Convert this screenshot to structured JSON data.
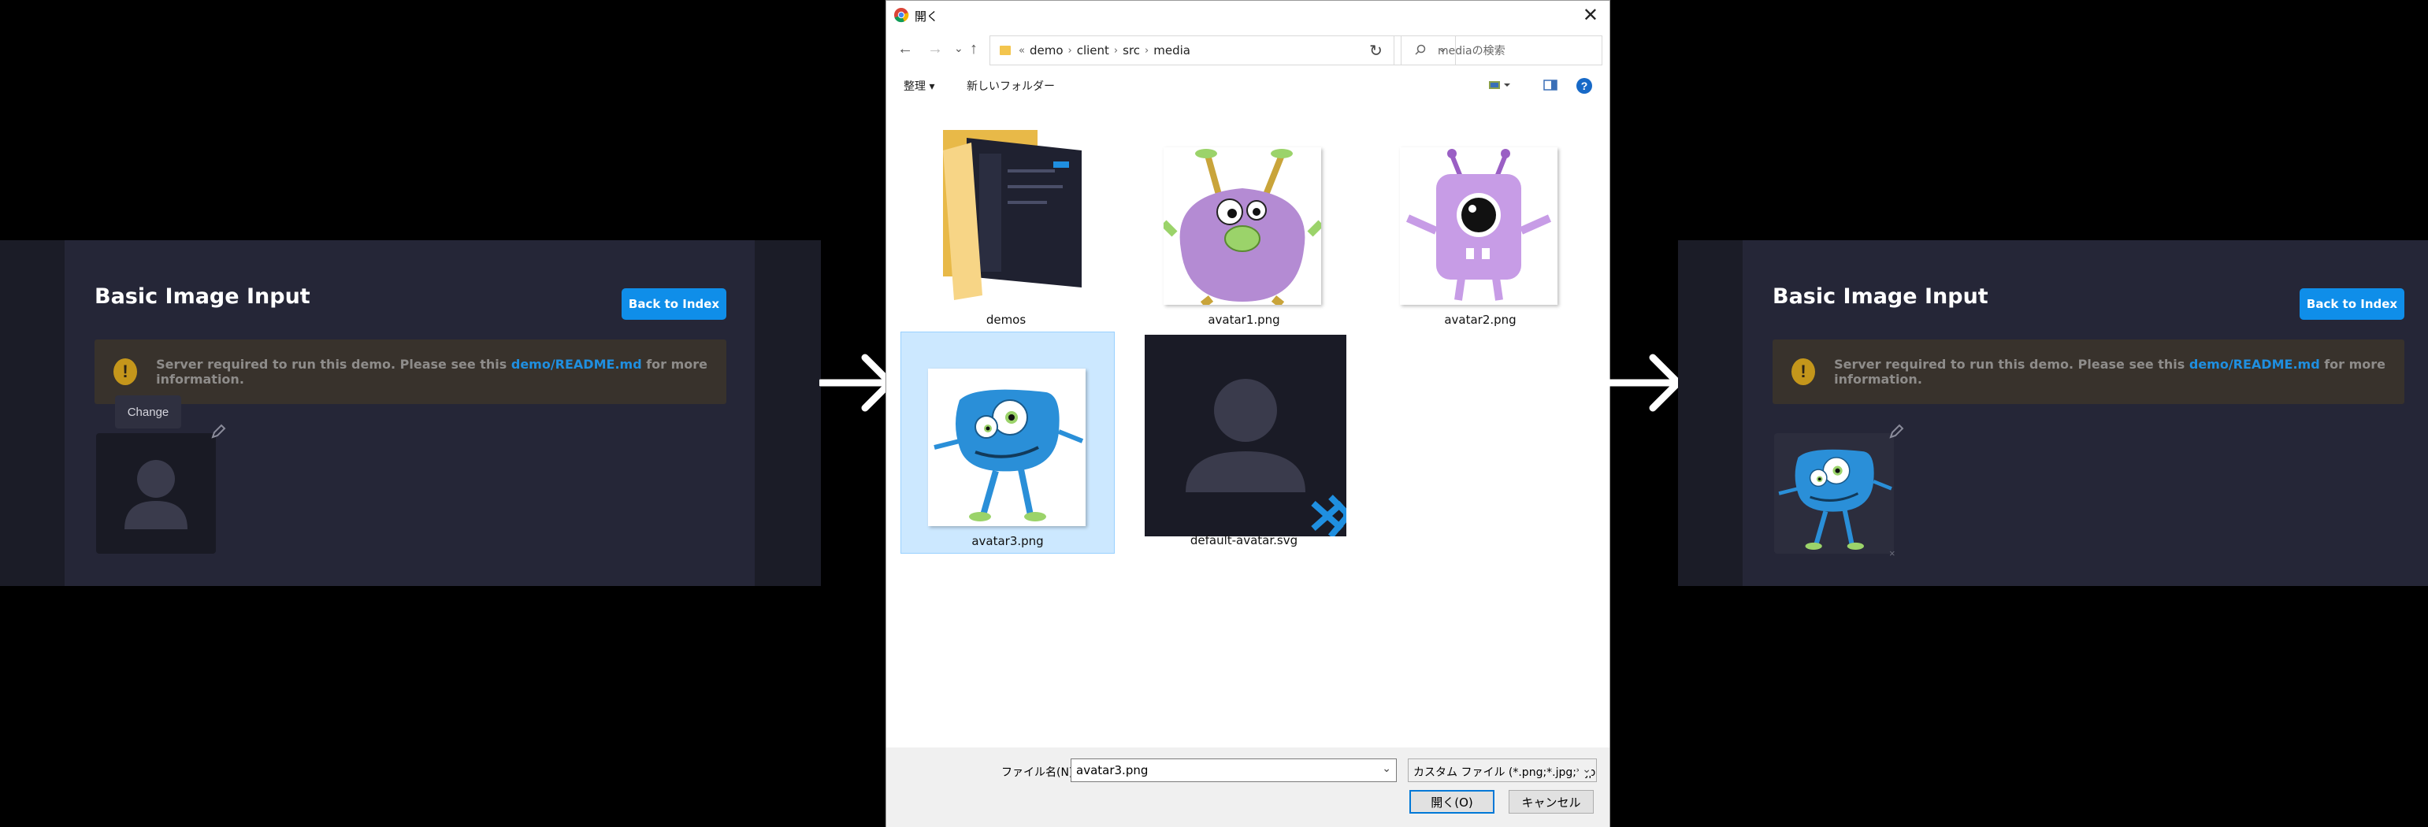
{
  "left_panel": {
    "title": "Basic Image Input",
    "back_button": "Back to Index",
    "alert_icon": "!",
    "alert_prefix": "Server required to run this demo. Please see this ",
    "alert_link": "demo/README.md",
    "alert_suffix": " for more information.",
    "tooltip": "Change"
  },
  "right_panel": {
    "title": "Basic Image Input",
    "back_button": "Back to Index",
    "alert_icon": "!",
    "alert_prefix": "Server required to run this demo. Please see this ",
    "alert_link": "demo/README.md",
    "alert_suffix": " for more information.",
    "remove": "×"
  },
  "dialog": {
    "title": "開く",
    "close": "✕",
    "nav": {
      "back": "←",
      "forward": "→",
      "recent": "⌄",
      "up": "↑"
    },
    "address": [
      "demo",
      "client",
      "src",
      "media"
    ],
    "address_prefix": "«",
    "refresh": "↻",
    "search_placeholder": "mediaの検索",
    "toolbar": {
      "organize": "整理 ▾",
      "new_folder": "新しいフォルダー",
      "help": "?"
    },
    "files": [
      {
        "name": "demos"
      },
      {
        "name": "avatar1.png"
      },
      {
        "name": "avatar2.png"
      },
      {
        "name": "avatar3.png",
        "selected": true
      },
      {
        "name": "default-avatar.svg"
      }
    ],
    "filename_label": "ファイル名(N):",
    "filename_value": "avatar3.png",
    "filetype_value": "カスタム ファイル (*.png;*.jpg;*.jpeg",
    "open_button": "開く(O)",
    "cancel_button": "キャンセル"
  },
  "colors": {
    "accent": "#0f8ee9",
    "panel_bg": "#252637",
    "alert_bg": "#38322c",
    "selection_bg": "#cce8ff"
  }
}
